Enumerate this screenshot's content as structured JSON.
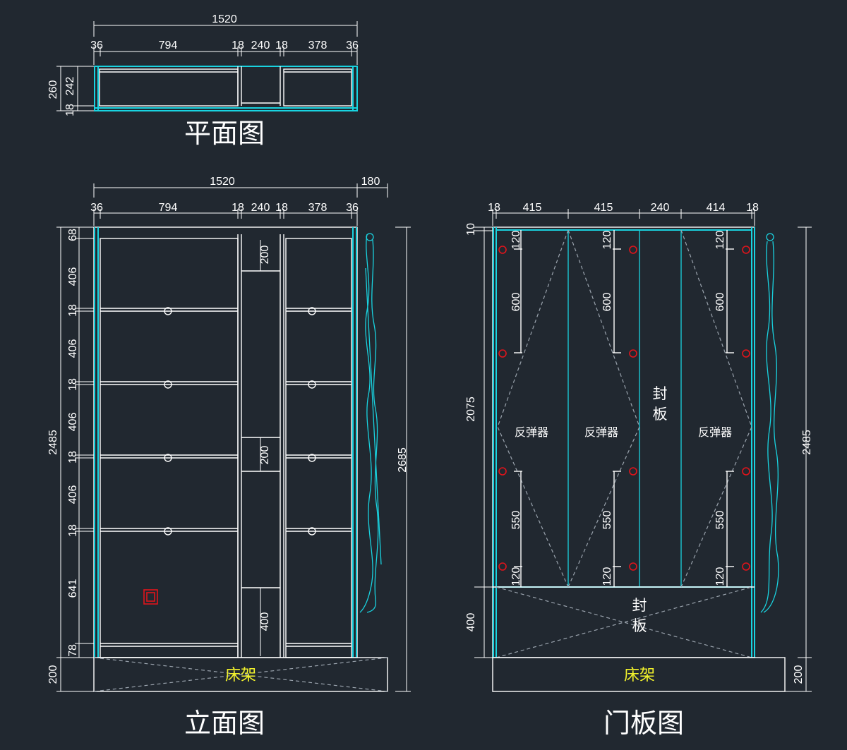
{
  "titles": {
    "plan": "平面图",
    "elevation": "立面图",
    "door": "门板图"
  },
  "plan": {
    "total": "1520",
    "segments": [
      "36",
      "794",
      "18",
      "240",
      "18",
      "378",
      "36"
    ],
    "depth_total": "260",
    "depth_parts": [
      "242",
      "18"
    ]
  },
  "elevation": {
    "total": "1520",
    "side": "180",
    "segments": [
      "36",
      "794",
      "18",
      "240",
      "18",
      "378",
      "36"
    ],
    "left_parts": [
      "68",
      "406",
      "18",
      "406",
      "18",
      "406",
      "18",
      "406",
      "18",
      "641",
      "78"
    ],
    "left_total": "2485",
    "right_total": "2685",
    "base": "200",
    "middle_dims": [
      "200",
      "200",
      "400"
    ],
    "bed_label": "床架"
  },
  "door": {
    "segments": [
      "18",
      "415",
      "415",
      "240",
      "414",
      "18"
    ],
    "left_parts": [
      "10",
      "2075",
      "400"
    ],
    "right_total": "2485",
    "base": "200",
    "upper_dims": [
      "120",
      "600",
      "120",
      "600",
      "120",
      "600"
    ],
    "lower_dims": [
      "550",
      "120",
      "550",
      "120",
      "550",
      "120"
    ],
    "rebound_label": "反弹器",
    "seal_label_1": "封",
    "seal_label_2": "板",
    "bed_label": "床架"
  },
  "colors": {
    "background": "#212830",
    "lines": "#ffffff",
    "cyan": "#19d3e0",
    "red": "#e0141b",
    "bed_text": "#f2f22c"
  }
}
